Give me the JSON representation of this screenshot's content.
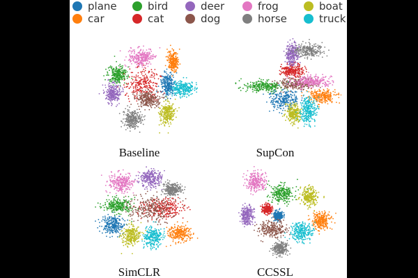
{
  "legend": [
    {
      "label": "plane",
      "color": "#1f77b4"
    },
    {
      "label": "car",
      "color": "#ff7f0e"
    },
    {
      "label": "bird",
      "color": "#2ca02c"
    },
    {
      "label": "cat",
      "color": "#d62728"
    },
    {
      "label": "deer",
      "color": "#9467bd"
    },
    {
      "label": "dog",
      "color": "#8c564b"
    },
    {
      "label": "frog",
      "color": "#e377c2"
    },
    {
      "label": "horse",
      "color": "#7f7f7f"
    },
    {
      "label": "boat",
      "color": "#bcbd22"
    },
    {
      "label": "truck",
      "color": "#17becf"
    }
  ],
  "chart_data": [
    {
      "type": "scatter",
      "title": "Baseline",
      "series": [
        {
          "name": "plane",
          "color": "#1f77b4",
          "center": [
            0.62,
            -0.03
          ],
          "spread": [
            0.07,
            0.13
          ]
        },
        {
          "name": "car",
          "color": "#ff7f0e",
          "center": [
            0.74,
            -0.55
          ],
          "spread": [
            0.06,
            0.1
          ]
        },
        {
          "name": "bird",
          "color": "#2ca02c",
          "center": [
            -0.48,
            -0.25
          ],
          "spread": [
            0.1,
            0.1
          ]
        },
        {
          "name": "cat",
          "color": "#d62728",
          "center": [
            0.07,
            -0.05
          ],
          "spread": [
            0.18,
            0.17
          ]
        },
        {
          "name": "deer",
          "color": "#9467bd",
          "center": [
            -0.57,
            0.15
          ],
          "spread": [
            0.08,
            0.1
          ]
        },
        {
          "name": "dog",
          "color": "#8c564b",
          "center": [
            0.18,
            0.28
          ],
          "spread": [
            0.12,
            0.09
          ]
        },
        {
          "name": "frog",
          "color": "#e377c2",
          "center": [
            0.05,
            -0.62
          ],
          "spread": [
            0.14,
            0.1
          ]
        },
        {
          "name": "horse",
          "color": "#7f7f7f",
          "center": [
            -0.15,
            0.73
          ],
          "spread": [
            0.1,
            0.1
          ]
        },
        {
          "name": "boat",
          "color": "#bcbd22",
          "center": [
            0.6,
            0.59
          ],
          "spread": [
            0.08,
            0.12
          ]
        },
        {
          "name": "truck",
          "color": "#17becf",
          "center": [
            0.95,
            0.06
          ],
          "spread": [
            0.12,
            0.08
          ]
        }
      ]
    },
    {
      "type": "scatter",
      "title": "SupCon",
      "series": [
        {
          "name": "plane",
          "color": "#1f77b4",
          "center": [
            0.2,
            0.28
          ],
          "spread": [
            0.16,
            0.12
          ]
        },
        {
          "name": "car",
          "color": "#ff7f0e",
          "center": [
            1.02,
            0.22
          ],
          "spread": [
            0.16,
            0.07
          ]
        },
        {
          "name": "bird",
          "color": "#2ca02c",
          "center": [
            -0.25,
            0.0
          ],
          "spread": [
            0.22,
            0.06
          ]
        },
        {
          "name": "cat",
          "color": "#d62728",
          "center": [
            0.37,
            -0.35
          ],
          "spread": [
            0.12,
            0.07
          ]
        },
        {
          "name": "deer",
          "color": "#9467bd",
          "center": [
            0.37,
            -0.68
          ],
          "spread": [
            0.07,
            0.12
          ]
        },
        {
          "name": "dog",
          "color": "#8c564b",
          "center": [
            0.45,
            -0.05
          ],
          "spread": [
            0.22,
            0.06
          ]
        },
        {
          "name": "frog",
          "color": "#e377c2",
          "center": [
            0.8,
            -0.1
          ],
          "spread": [
            0.22,
            0.06
          ]
        },
        {
          "name": "horse",
          "color": "#7f7f7f",
          "center": [
            0.73,
            -0.78
          ],
          "spread": [
            0.16,
            0.07
          ]
        },
        {
          "name": "boat",
          "color": "#bcbd22",
          "center": [
            0.4,
            0.58
          ],
          "spread": [
            0.08,
            0.1
          ]
        },
        {
          "name": "truck",
          "color": "#17becf",
          "center": [
            0.73,
            0.53
          ],
          "spread": [
            0.09,
            0.14
          ]
        }
      ]
    },
    {
      "type": "scatter",
      "title": "SimCLR",
      "series": [
        {
          "name": "plane",
          "color": "#1f77b4",
          "center": [
            -0.58,
            0.43
          ],
          "spread": [
            0.12,
            0.1
          ]
        },
        {
          "name": "car",
          "color": "#ff7f0e",
          "center": [
            0.87,
            0.6
          ],
          "spread": [
            0.12,
            0.09
          ]
        },
        {
          "name": "bird",
          "color": "#2ca02c",
          "center": [
            -0.47,
            0.0
          ],
          "spread": [
            0.16,
            0.08
          ]
        },
        {
          "name": "cat",
          "color": "#d62728",
          "center": [
            0.5,
            0.05
          ],
          "spread": [
            0.22,
            0.1
          ]
        },
        {
          "name": "deer",
          "color": "#9467bd",
          "center": [
            0.26,
            -0.59
          ],
          "spread": [
            0.12,
            0.1
          ]
        },
        {
          "name": "dog",
          "color": "#8c564b",
          "center": [
            0.25,
            0.05
          ],
          "spread": [
            0.25,
            0.15
          ]
        },
        {
          "name": "frog",
          "color": "#e377c2",
          "center": [
            -0.39,
            -0.5
          ],
          "spread": [
            0.13,
            0.11
          ]
        },
        {
          "name": "horse",
          "color": "#7f7f7f",
          "center": [
            0.72,
            -0.35
          ],
          "spread": [
            0.1,
            0.07
          ]
        },
        {
          "name": "boat",
          "color": "#bcbd22",
          "center": [
            -0.19,
            0.65
          ],
          "spread": [
            0.1,
            0.11
          ]
        },
        {
          "name": "truck",
          "color": "#17becf",
          "center": [
            0.3,
            0.69
          ],
          "spread": [
            0.1,
            0.11
          ]
        }
      ]
    },
    {
      "type": "scatter",
      "title": "CCSSL",
      "series": [
        {
          "name": "plane",
          "color": "#1f77b4",
          "center": [
            0.07,
            0.22
          ],
          "spread": [
            0.05,
            0.05
          ]
        },
        {
          "name": "car",
          "color": "#ff7f0e",
          "center": [
            1.0,
            0.32
          ],
          "spread": [
            0.1,
            0.09
          ]
        },
        {
          "name": "bird",
          "color": "#2ca02c",
          "center": [
            0.15,
            -0.27
          ],
          "spread": [
            0.13,
            0.1
          ]
        },
        {
          "name": "cat",
          "color": "#d62728",
          "center": [
            -0.18,
            0.07
          ],
          "spread": [
            0.05,
            0.05
          ]
        },
        {
          "name": "deer",
          "color": "#9467bd",
          "center": [
            -0.61,
            0.22
          ],
          "spread": [
            0.07,
            0.1
          ]
        },
        {
          "name": "dog",
          "color": "#8c564b",
          "center": [
            -0.07,
            0.51
          ],
          "spread": [
            0.16,
            0.09
          ]
        },
        {
          "name": "frog",
          "color": "#e377c2",
          "center": [
            -0.42,
            -0.52
          ],
          "spread": [
            0.11,
            0.1
          ]
        },
        {
          "name": "horse",
          "color": "#7f7f7f",
          "center": [
            0.12,
            0.93
          ],
          "spread": [
            0.08,
            0.07
          ]
        },
        {
          "name": "boat",
          "color": "#bcbd22",
          "center": [
            0.74,
            -0.21
          ],
          "spread": [
            0.09,
            0.1
          ]
        },
        {
          "name": "truck",
          "color": "#17becf",
          "center": [
            0.58,
            0.57
          ],
          "spread": [
            0.12,
            0.1
          ]
        }
      ]
    }
  ]
}
